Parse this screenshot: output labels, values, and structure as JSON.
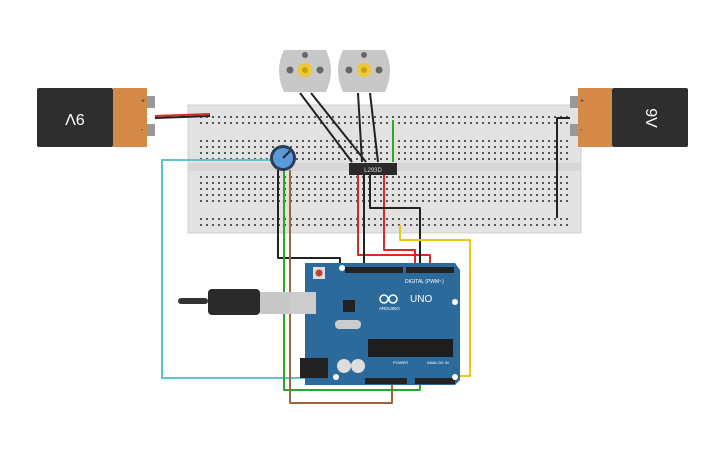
{
  "battery_left": {
    "label": "9V",
    "plus": "+",
    "minus": "-"
  },
  "battery_right": {
    "label": "9V",
    "plus": "+",
    "minus": "-"
  },
  "driver_chip": {
    "label": "L293D"
  },
  "arduino": {
    "model": "UNO",
    "brand": "ARDUINO",
    "digital_label": "DIGITAL (PWM~)",
    "power_label": "POWER",
    "analog_label": "ANALOG IN"
  },
  "colors": {
    "battery_black": "#2e2e2e",
    "battery_orange": "#d58a4a",
    "board_blue": "#2b6a9b",
    "breadboard": "#e0e0e0",
    "wire_black": "#222222",
    "wire_red": "#d42a2a",
    "wire_green": "#2aa82a",
    "wire_yellow": "#e8c81a",
    "wire_cyan": "#5bc4cc",
    "wire_brown": "#a0643c"
  }
}
